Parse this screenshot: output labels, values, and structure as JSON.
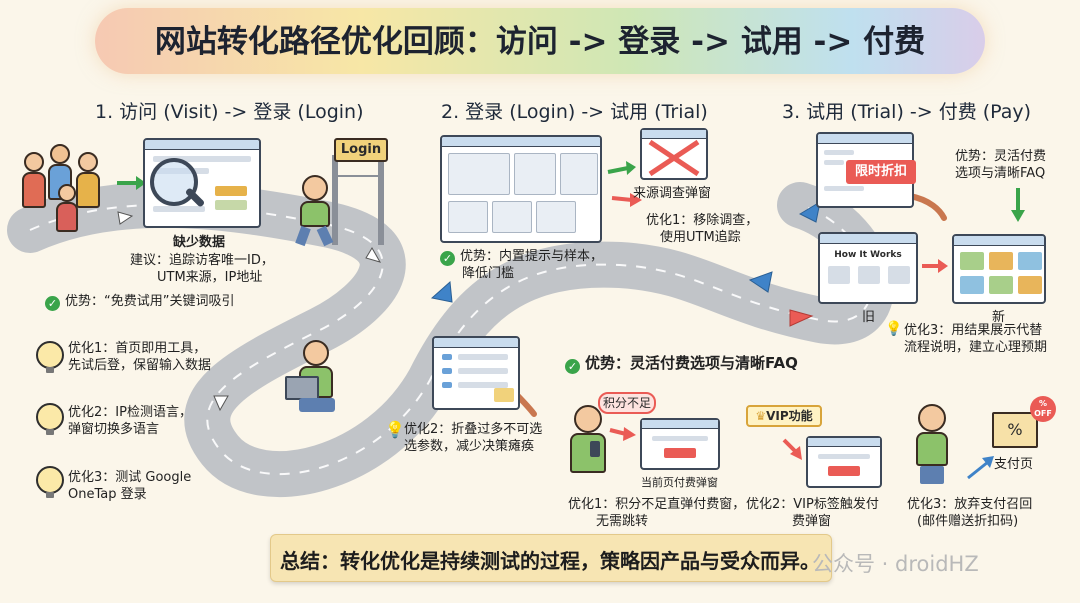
{
  "title": "网站转化路径优化回顾：访问 -> 登录 -> 试用 -> 付费",
  "stages": {
    "s1": "1. 访问 (Visit) -> 登录 (Login)",
    "s2": "2. 登录 (Login) -> 试用 (Trial)",
    "s3": "3. 试用 (Trial) -> 付费 (Pay)"
  },
  "login_sign": "Login",
  "section1": {
    "missing": "缺少数据",
    "suggest_l1": "建议：追踪访客唯一ID，",
    "suggest_l2": "UTM来源，IP地址",
    "advantage": "优势：“免费试用”关键词吸引",
    "opt1_l1": "优化1：首页即用工具，",
    "opt1_l2": "先试后登，保留输入数据",
    "opt2_l1": "优化2：IP检测语言，",
    "opt2_l2": "弹窗切换多语言",
    "opt3_l1": "优化3：测试 Google",
    "opt3_l2": "OneTap 登录"
  },
  "section2": {
    "survey_title": "来源调查弹窗",
    "opt1_l1": "优化1：移除调查，",
    "opt1_l2": "使用UTM追踪",
    "advantage_l1": "优势：内置提示与样本，",
    "advantage_l2": "降低门槛",
    "opt2_l1": "优化2：折叠过多不可选",
    "opt2_l2": "选参数，减少决策瘫痪"
  },
  "section3": {
    "discount": "限时折扣",
    "adv_top_l1": "优势：灵活付费",
    "adv_top_l2": "选项与清晰FAQ",
    "how_it_works": "How It Works",
    "old_label": "旧",
    "new_label": "新",
    "opt3_l1": "优化3：用结果展示代替",
    "opt3_l2": "流程说明，建立心理预期",
    "adv_bottom": "优势：灵活付费选项与清晰FAQ",
    "credits_bubble": "积分不足",
    "current_popup": "当前页付费弹窗",
    "opt1_l1": "优化1：积分不足直弹付费窗，",
    "opt1_l2": "无需跳转",
    "vip_badge": "VIP功能",
    "vopt2_l1": "优化2：VIP标签触发付",
    "vopt2_l2": "费弹窗",
    "pay_page": "支付页",
    "off_badge": "% OFF",
    "abandon_l1": "优化3：放弃支付召回",
    "abandon_l2": "(邮件赠送折扣码)"
  },
  "summary": "总结：转化优化是持续测试的过程，策略因产品与受众而异。",
  "watermark": "公众号 · droidHZ",
  "colors": {
    "green": "#3aa44a",
    "red": "#ea5b55",
    "road": "#b8bcc4",
    "arrow_blue": "#3f83c8"
  }
}
